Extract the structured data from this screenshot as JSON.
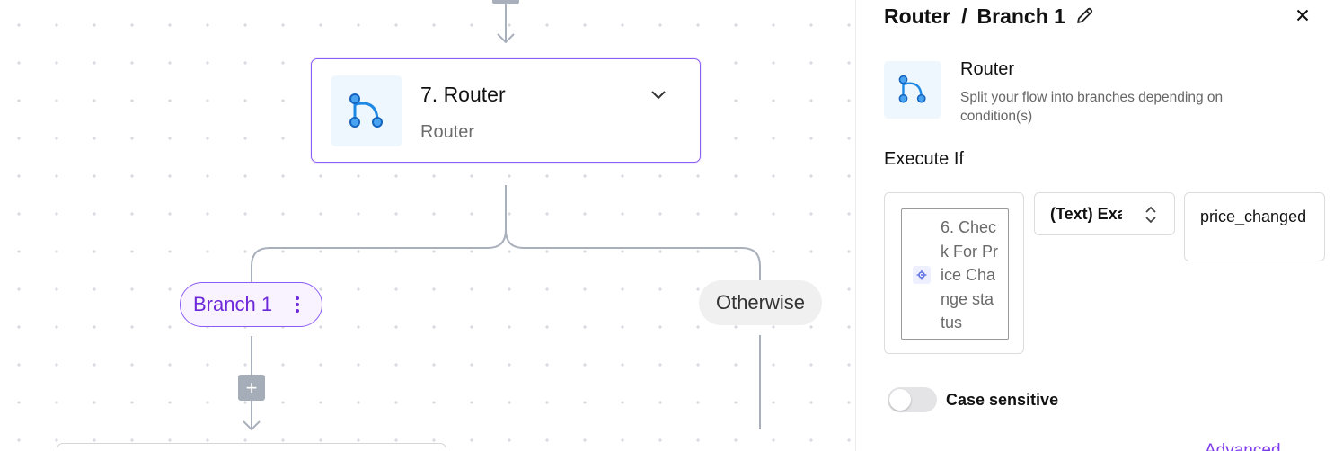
{
  "canvas": {
    "router_node": {
      "title": "7. Router",
      "subtitle": "Router",
      "icon": "router-branch-icon"
    },
    "branches": [
      {
        "label": "Branch 1",
        "active": true
      },
      {
        "label": "Otherwise",
        "active": false
      }
    ],
    "add_step_glyph": "+"
  },
  "panel": {
    "breadcrumb": {
      "parent": "Router",
      "separator": "/",
      "current": "Branch 1"
    },
    "step": {
      "name": "Router",
      "description": "Split your flow into branches depending on condition(s)"
    },
    "section_label": "Execute If",
    "condition": {
      "first_value": "6. Check For Price Change status",
      "operator": "(Text) Exactly matches",
      "second_value": "price_changed"
    },
    "case_sensitive": {
      "label": "Case sensitive",
      "enabled": false
    },
    "bottom_link": "Advanced"
  },
  "colors": {
    "accent": "#8b5cf6",
    "accent_text": "#6d28d9",
    "icon_blue": "#1e88e5",
    "connector": "#a9b0bb"
  }
}
